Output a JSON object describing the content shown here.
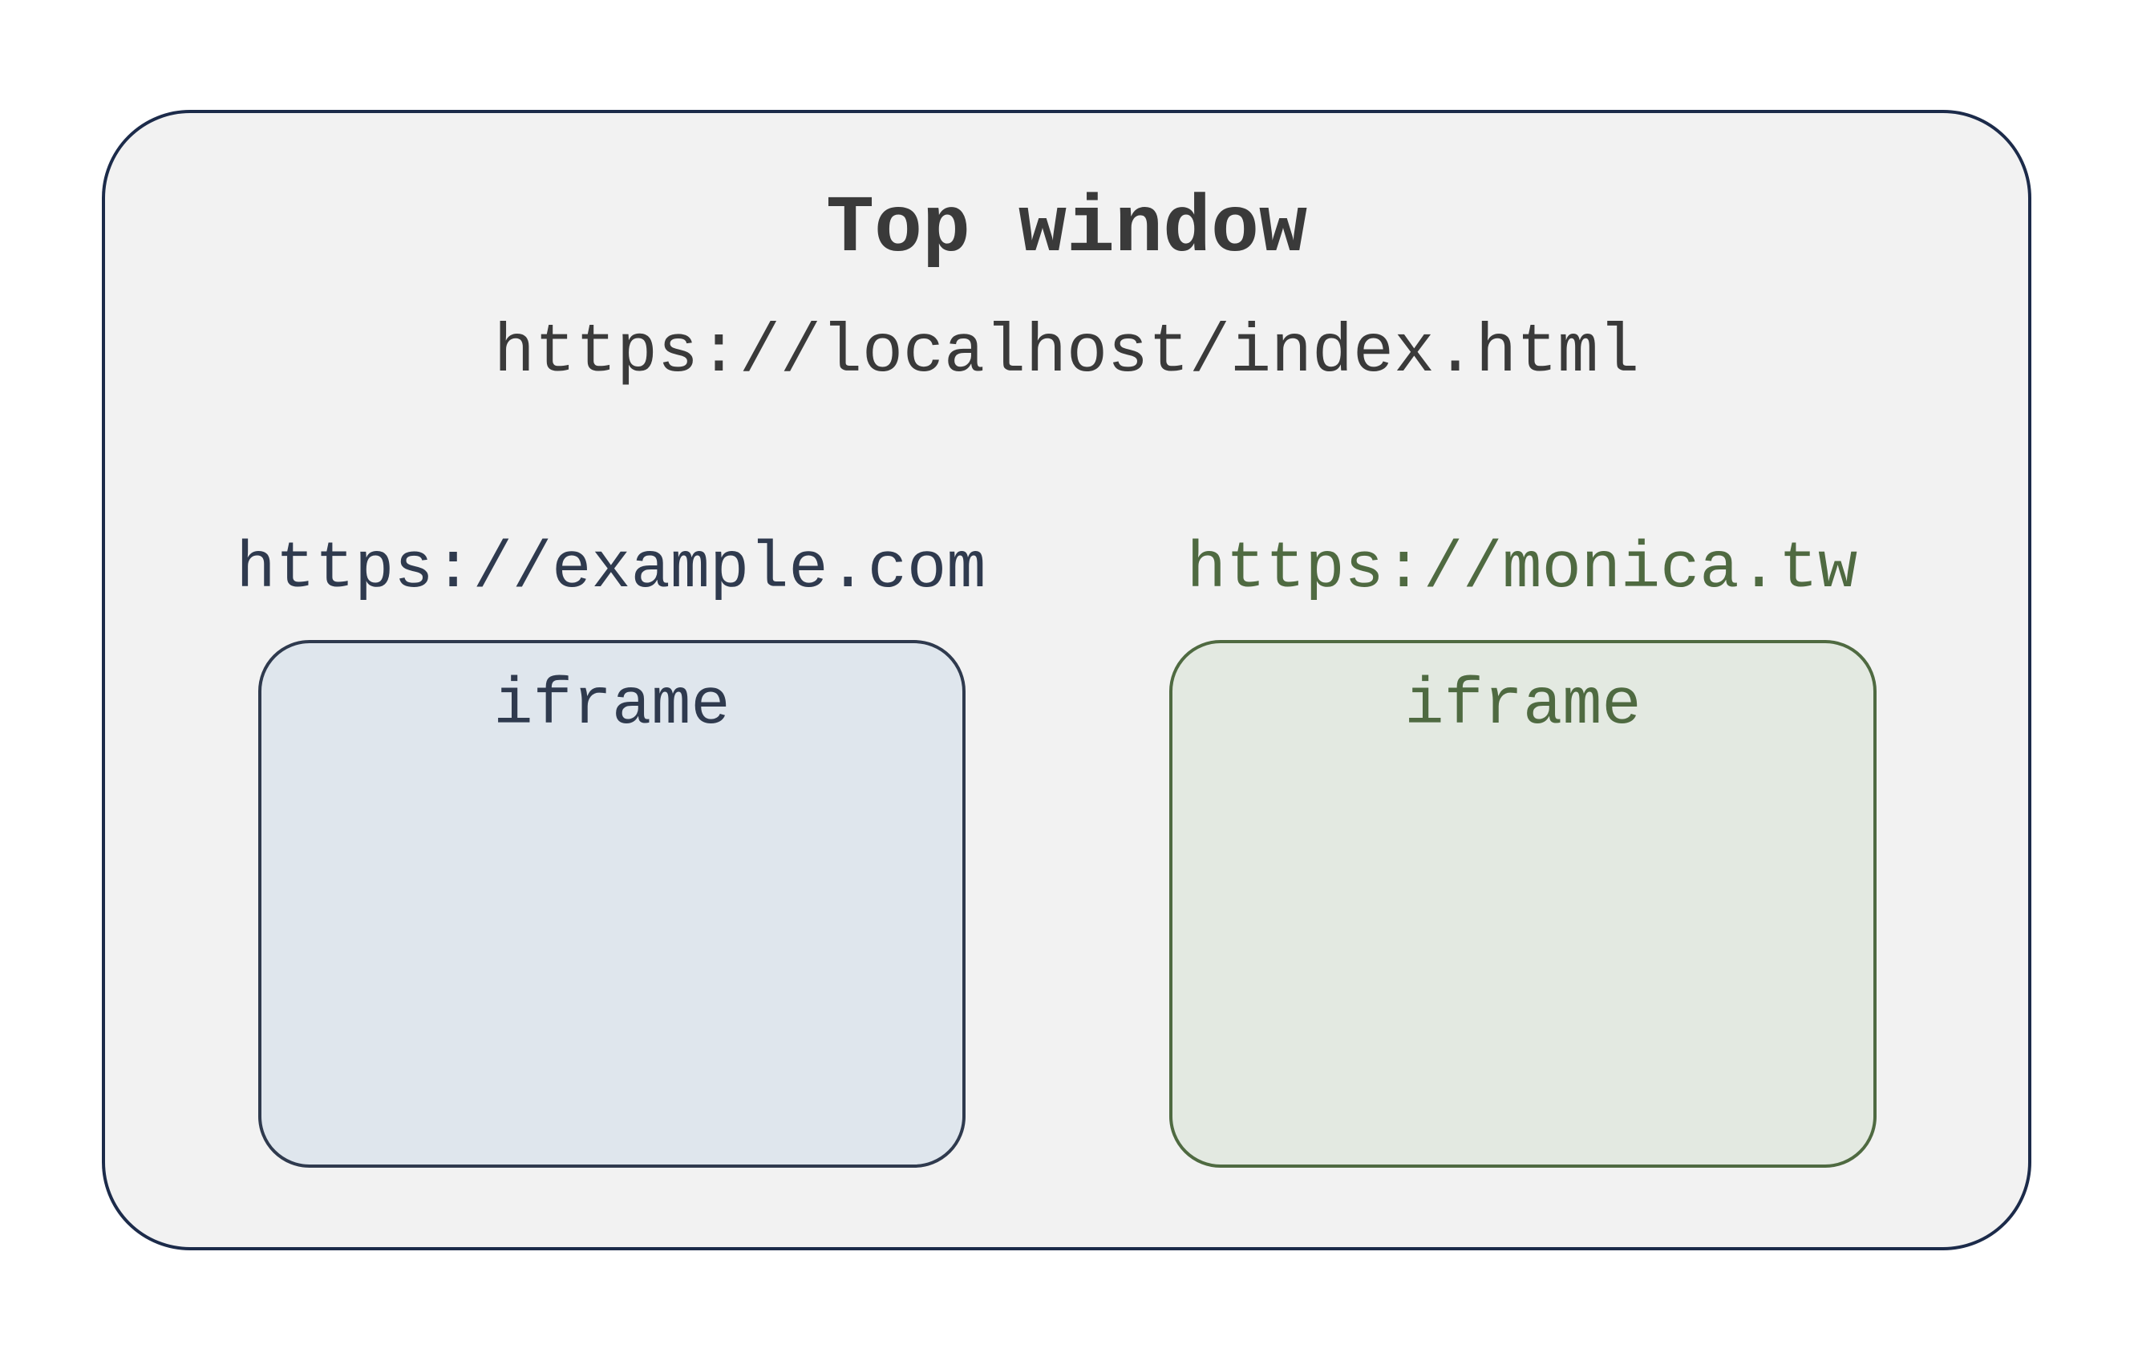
{
  "top_window": {
    "title": "Top window",
    "url": "https://localhost/index.html"
  },
  "iframes": [
    {
      "origin": "https://example.com",
      "label": "iframe",
      "color": "#2f3a4e",
      "fill": "#dfe6ed"
    },
    {
      "origin": "https://monica.tw",
      "label": "iframe",
      "color": "#4f6a41",
      "fill": "#e3e9e1"
    }
  ]
}
